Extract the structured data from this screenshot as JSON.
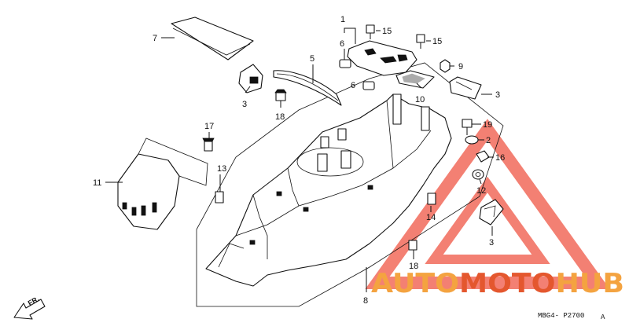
{
  "callouts": {
    "c1": "1",
    "c2": "2",
    "c3a": "3",
    "c3b": "3",
    "c3c": "3",
    "c5": "5",
    "c6a": "6",
    "c6b": "6",
    "c7": "7",
    "c8": "8",
    "c9": "9",
    "c10": "10",
    "c11": "11",
    "c12": "12",
    "c13": "13",
    "c14": "14",
    "c15a": "15",
    "c15b": "15",
    "c16": "16",
    "c17": "17",
    "c18a": "18",
    "c18b": "18",
    "c19": "19"
  },
  "direction_label": "FR.",
  "diagram_code": "MBG4- P2700",
  "diagram_code_suffix": "A",
  "watermark": {
    "part1": "AUTO",
    "part2": "MOTO",
    "part3": "HUB",
    "color_primary": "#f4a340",
    "color_secondary": "#e4572e",
    "triangle_color": "#f26b5b"
  }
}
